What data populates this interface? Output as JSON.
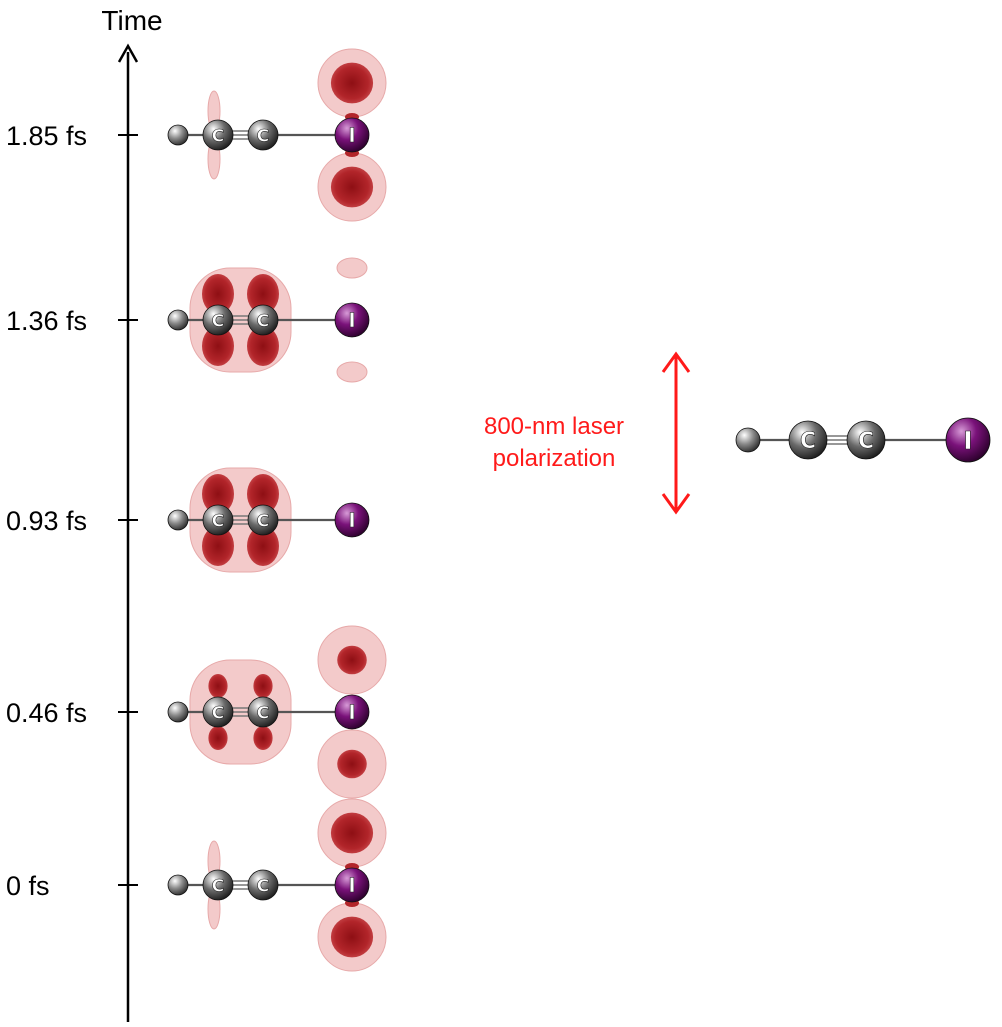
{
  "axis": {
    "label": "Time"
  },
  "frames": [
    {
      "time": "1.85 fs",
      "density": {
        "cc": 0.25,
        "iodine": 1.0
      }
    },
    {
      "time": "1.36 fs",
      "density": {
        "cc": 1.0,
        "iodine": 0.2
      }
    },
    {
      "time": "0.93 fs",
      "density": {
        "cc": 1.0,
        "iodine": 0.0
      }
    },
    {
      "time": "0.46 fs",
      "density": {
        "cc": 0.6,
        "iodine": 0.6
      }
    },
    {
      "time": "0 fs",
      "density": {
        "cc": 0.25,
        "iodine": 1.0
      }
    }
  ],
  "polarization": {
    "label_line1": "800-nm laser",
    "label_line2": "polarization",
    "color": "#ff1a1a"
  },
  "molecule": {
    "atoms": [
      {
        "symbol": "H",
        "letter": ""
      },
      {
        "symbol": "C",
        "letter": "C"
      },
      {
        "symbol": "C",
        "letter": "C"
      },
      {
        "symbol": "I",
        "letter": "I"
      }
    ]
  },
  "colors": {
    "density_outer": "#f2c4c4",
    "density_inner": "#a3141a",
    "iodine": "#5a0a5a",
    "carbon": "#404040",
    "hydrogen": "#6a6a6a"
  }
}
